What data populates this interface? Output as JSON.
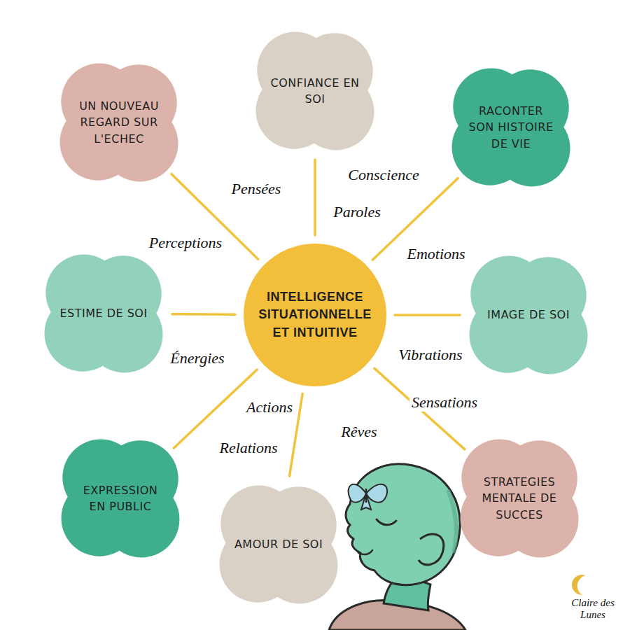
{
  "diagram": {
    "nodes": [
      {
        "text": [
          "UN NOUVEAU REGARD SUR L'ECHEC"
        ]
      },
      {
        "text": [
          "CONFIANCE EN SOI"
        ]
      },
      {
        "text": [
          "RACONTER SON HISTOIRE DE VIE"
        ]
      },
      {
        "text": [
          "ESTIME DE SOI"
        ]
      },
      {
        "text": [
          "INTELLIGENCE SITUATIONNELLE ET INTUITIVE"
        ]
      },
      {
        "text": [
          "IMAGE DE SOI"
        ]
      },
      {
        "text": [
          "EXPRESSION EN PUBLIC"
        ]
      },
      {
        "text": [
          "AMOUR DE SOI"
        ]
      },
      {
        "text": [
          "STRATEGIES MENTALE DE SUCCES"
        ]
      }
    ],
    "edges": [
      {
        "from": 4,
        "to": 0,
        "arrow": "none"
      },
      {
        "from": 4,
        "to": 1,
        "arrow": "none"
      },
      {
        "from": 4,
        "to": 2,
        "arrow": "none"
      },
      {
        "from": 4,
        "to": 3,
        "arrow": "none"
      },
      {
        "from": 4,
        "to": 5,
        "arrow": "none"
      },
      {
        "from": 4,
        "to": 6,
        "arrow": "none"
      },
      {
        "from": 4,
        "to": 7,
        "arrow": "none"
      },
      {
        "from": 4,
        "to": 8,
        "arrow": "none"
      }
    ],
    "labels": [
      "Pensées",
      "Conscience",
      "Paroles",
      "Perceptions",
      "Emotions",
      "Énergies",
      "Vibrations",
      "Actions",
      "Sensations",
      "Rêves",
      "Relations",
      "Claire des Lunes"
    ]
  }
}
